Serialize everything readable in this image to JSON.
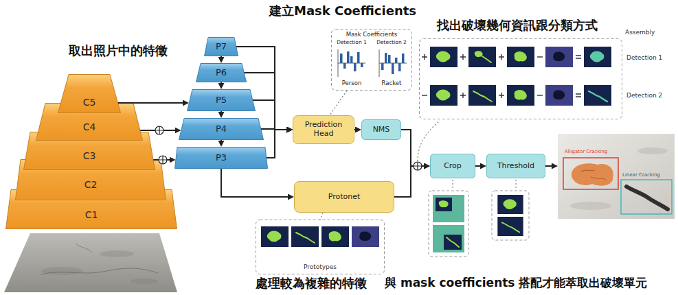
{
  "diagram": {
    "nodes": [
      {
        "text": [
          "C5"
        ]
      },
      {
        "text": [
          "C4"
        ]
      },
      {
        "text": [
          "C3"
        ]
      },
      {
        "text": [
          "C2"
        ]
      },
      {
        "text": [
          "C1"
        ]
      },
      {
        "text": [
          "P7"
        ]
      },
      {
        "text": [
          "P6"
        ]
      },
      {
        "text": [
          "P5"
        ]
      },
      {
        "text": [
          "P4"
        ]
      },
      {
        "text": [
          "P3"
        ]
      },
      {
        "text": [
          "Mask Coefficients",
          "Detection 1",
          "Detection 2",
          "Person",
          "Racket"
        ]
      },
      {
        "text": [
          "Prediction Head"
        ]
      },
      {
        "text": [
          "NMS"
        ]
      },
      {
        "text": [
          "Protonet"
        ]
      },
      {
        "text": [
          "Prototypes"
        ]
      },
      {
        "text": [
          "Assembly",
          "Detection 1",
          "Detection 2"
        ]
      },
      {
        "text": [
          "Crop"
        ]
      },
      {
        "text": [
          "Threshold"
        ]
      },
      {
        "text": [
          "Alligator Cracking",
          "Linear Cracking"
        ]
      }
    ],
    "edges": [
      {
        "from": 0,
        "to": 7,
        "arrow": "to"
      },
      {
        "from": 1,
        "to": 8,
        "arrow": "to"
      },
      {
        "from": 2,
        "to": 9,
        "arrow": "to"
      },
      {
        "from": 5,
        "to": 6,
        "arrow": "to"
      },
      {
        "from": 6,
        "to": 7,
        "arrow": "to"
      },
      {
        "from": 7,
        "to": 8,
        "arrow": "to"
      },
      {
        "from": 8,
        "to": 9,
        "arrow": "to"
      },
      {
        "from": 5,
        "to": 11,
        "arrow": "to"
      },
      {
        "from": 6,
        "to": 11,
        "arrow": "to"
      },
      {
        "from": 7,
        "to": 11,
        "arrow": "to"
      },
      {
        "from": 8,
        "to": 11,
        "arrow": "to"
      },
      {
        "from": 9,
        "to": 11,
        "arrow": "to"
      },
      {
        "from": 9,
        "to": 13,
        "arrow": "to"
      },
      {
        "from": 10,
        "to": 11,
        "arrow": "none"
      },
      {
        "from": 11,
        "to": 12,
        "arrow": "to"
      },
      {
        "from": 13,
        "to": 14,
        "arrow": "none"
      },
      {
        "from": 12,
        "to": 16,
        "arrow": "to"
      },
      {
        "from": 13,
        "to": 16,
        "arrow": "to"
      },
      {
        "from": 16,
        "to": 17,
        "arrow": "to"
      },
      {
        "from": 17,
        "to": 18,
        "arrow": "to"
      }
    ],
    "labels": [
      "取出照片中的特徵",
      "建立Mask Coefficients",
      "找出破壞幾何資訊跟分類方式",
      "處理較為複雜的特徵",
      "與 mask coefficients 搭配才能萃取出破壞單元"
    ]
  }
}
